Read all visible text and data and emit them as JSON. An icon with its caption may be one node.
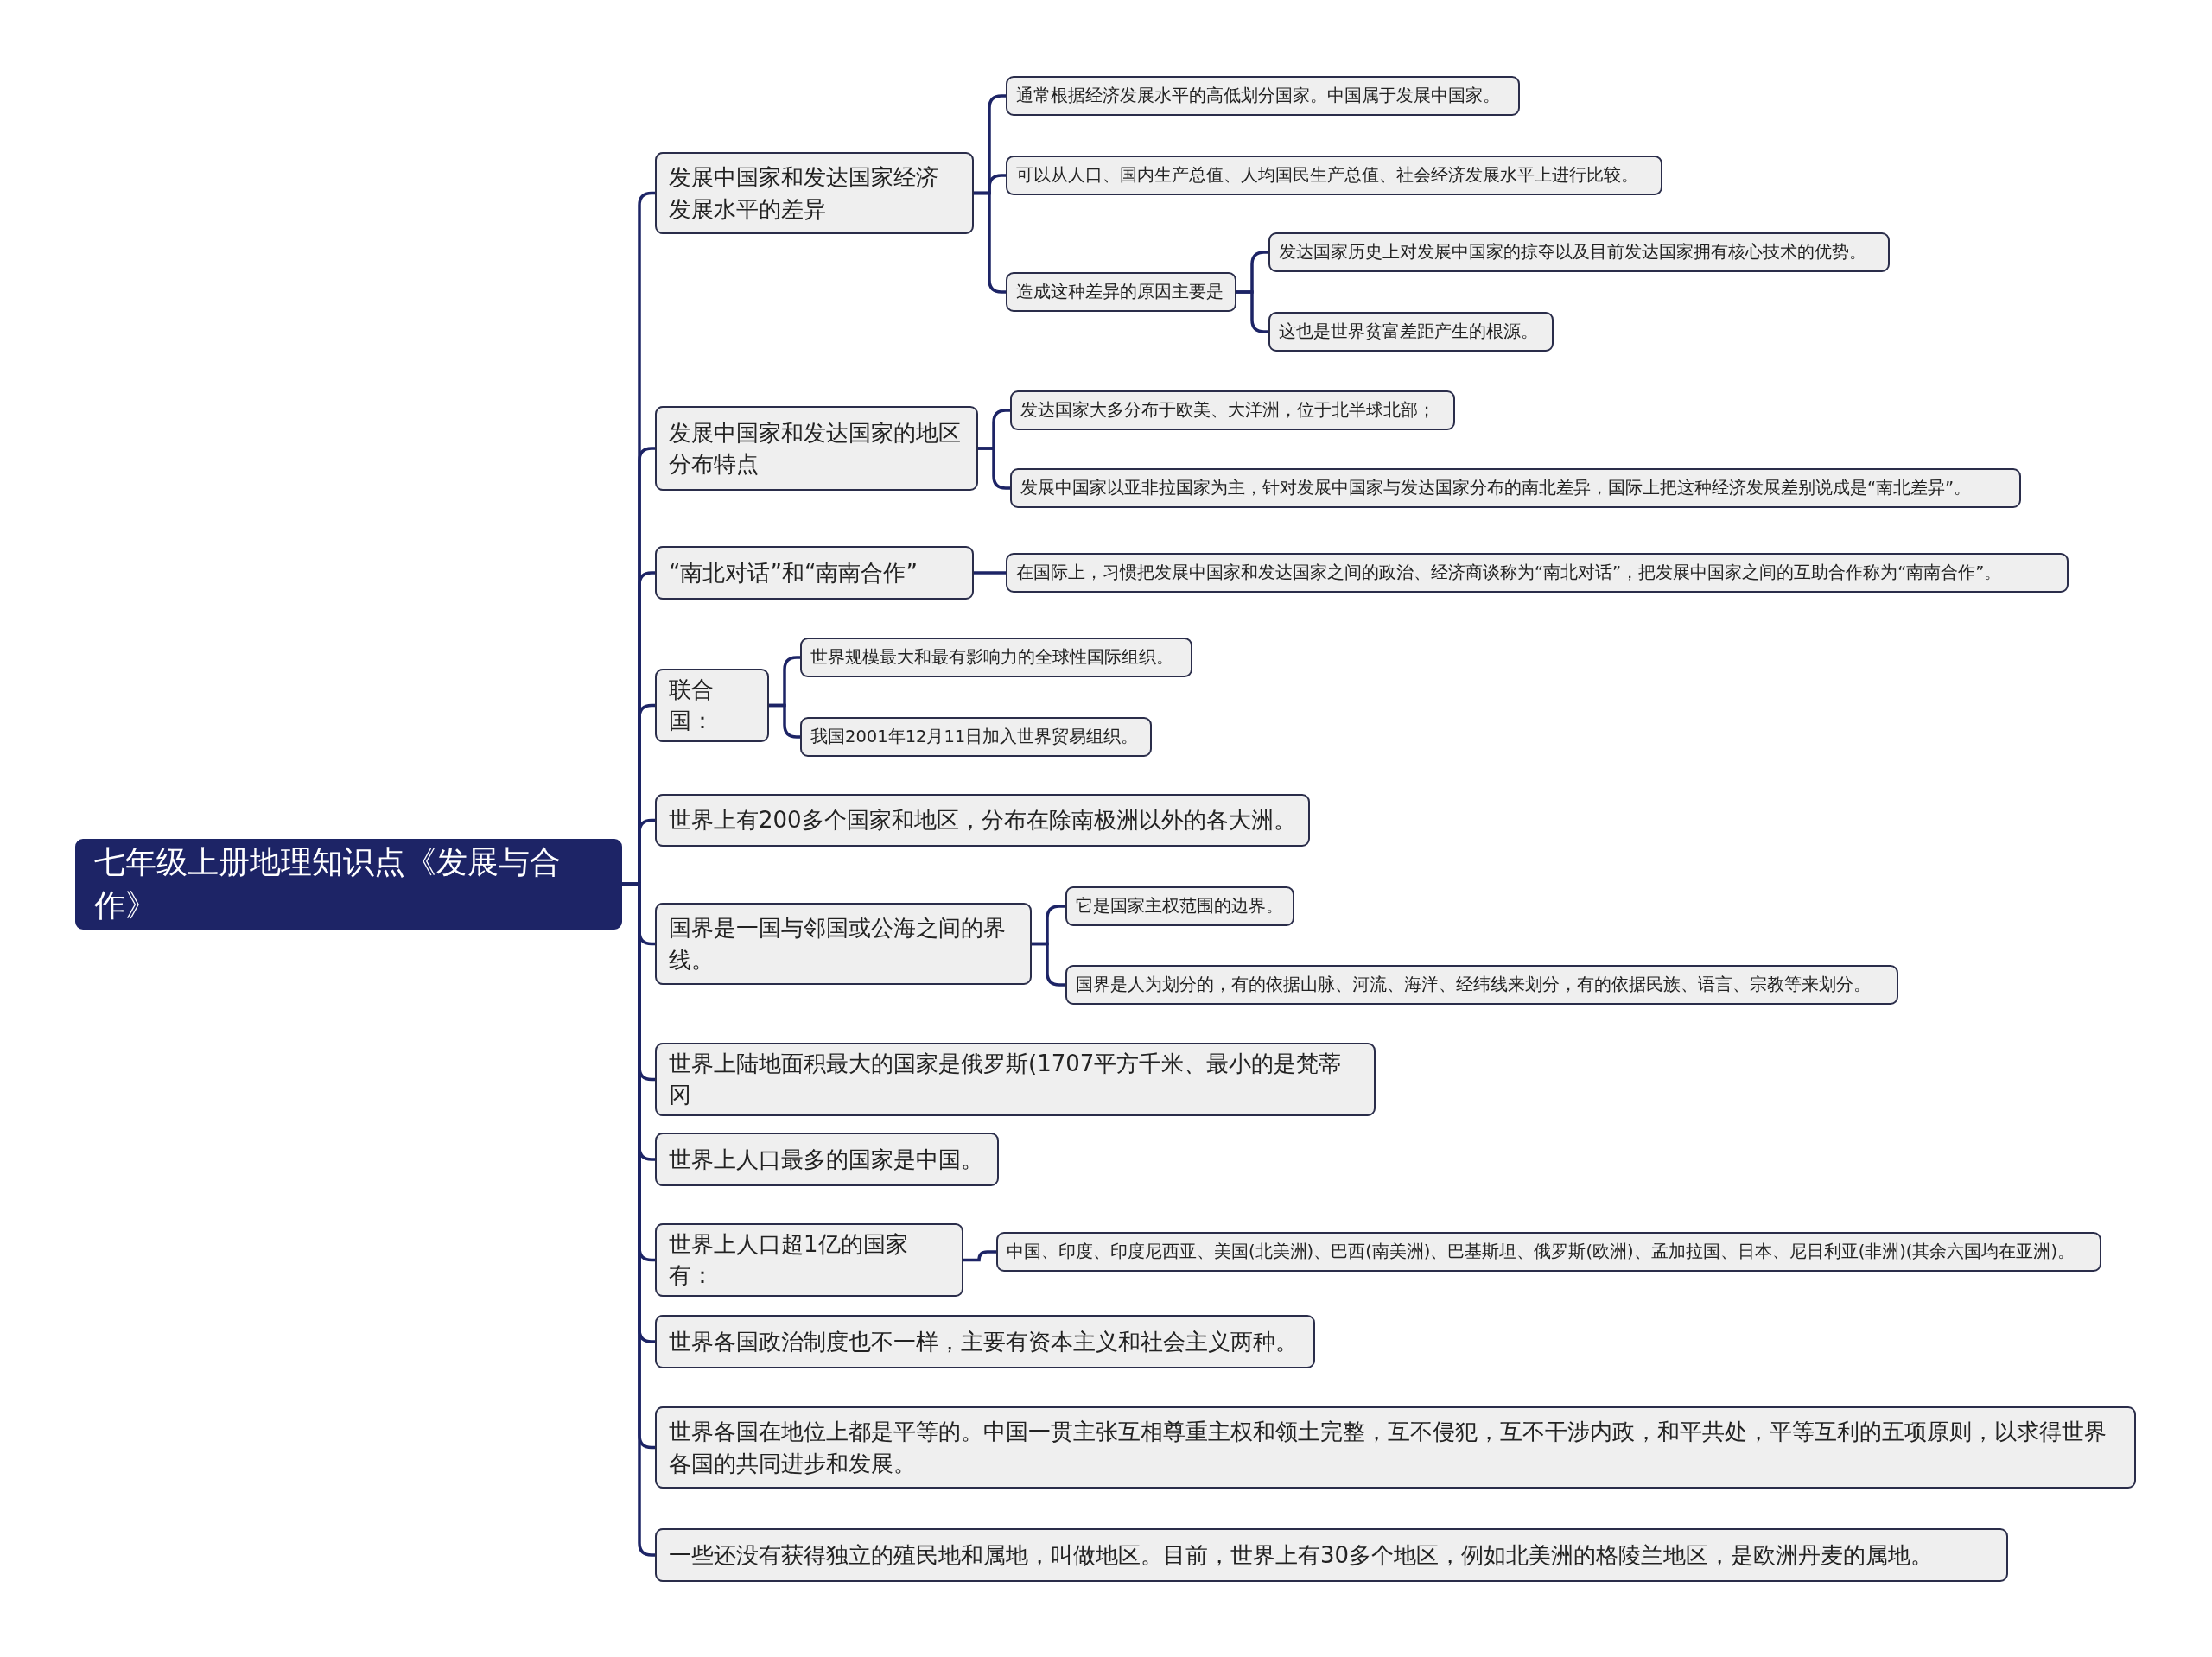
{
  "diagram": {
    "nodes": [
      {
        "text": [
          "七年级上册地理知识点《发展与合作》"
        ]
      },
      {
        "text": [
          "发展中国家和发达国家经济发展水平的差异"
        ]
      },
      {
        "text": [
          "通常根据经济发展水平的高低划分国家。中国属于发展中国家。"
        ]
      },
      {
        "text": [
          "可以从人口、国内生产总值、人均国民生产总值、社会经济发展水平上进行比较。"
        ]
      },
      {
        "text": [
          "造成这种差异的原因主要是"
        ]
      },
      {
        "text": [
          "发达国家历史上对发展中国家的掠夺以及目前发达国家拥有核心技术的优势。"
        ]
      },
      {
        "text": [
          "这也是世界贫富差距产生的根源。"
        ]
      },
      {
        "text": [
          "发展中国家和发达国家的地区分布特点"
        ]
      },
      {
        "text": [
          "发达国家大多分布于欧美、大洋洲，位于北半球北部；"
        ]
      },
      {
        "text": [
          "发展中国家以亚非拉国家为主，针对发展中国家与发达国家分布的南北差异，国际上把这种经济发展差别说成是“南北差异”。"
        ]
      },
      {
        "text": [
          "“南北对话”和“南南合作”"
        ]
      },
      {
        "text": [
          "在国际上，习惯把发展中国家和发达国家之间的政治、经济商谈称为“南北对话”，把发展中国家之间的互助合作称为“南南合作”。"
        ]
      },
      {
        "text": [
          "联合国："
        ]
      },
      {
        "text": [
          "世界规模最大和最有影响力的全球性国际组织。"
        ]
      },
      {
        "text": [
          "我国2001年12月11日加入世界贸易组织。"
        ]
      },
      {
        "text": [
          "世界上有200多个国家和地区，分布在除南极洲以外的各大洲。"
        ]
      },
      {
        "text": [
          "国界是一国与邻国或公海之间的界线。"
        ]
      },
      {
        "text": [
          "它是国家主权范围的边界。"
        ]
      },
      {
        "text": [
          "国界是人为划分的，有的依据山脉、河流、海洋、经纬线来划分，有的依据民族、语言、宗教等来划分。"
        ]
      },
      {
        "text": [
          "世界上陆地面积最大的国家是俄罗斯(1707平方千米、最小的是梵蒂冈"
        ]
      },
      {
        "text": [
          "世界上人口最多的国家是中国。"
        ]
      },
      {
        "text": [
          "世界上人口超1亿的国家有："
        ]
      },
      {
        "text": [
          "中国、印度、印度尼西亚、美国(北美洲)、巴西(南美洲)、巴基斯坦、俄罗斯(欧洲)、孟加拉国、日本、尼日利亚(非洲)(其余六国均在亚洲)。"
        ]
      },
      {
        "text": [
          "世界各国政治制度也不一样，主要有资本主义和社会主义两种。"
        ]
      },
      {
        "text": [
          "世界各国在地位上都是平等的。中国一贯主张互相尊重主权和领土完整，互不侵犯，互不干涉内政，和平共处，平等互利的五项原则，以求得世界各国的共同进步和发展。"
        ]
      },
      {
        "text": [
          "一些还没有获得独立的殖民地和属地，叫做地区。目前，世界上有30多个地区，例如北美洲的格陵兰地区，是欧洲丹麦的属地。"
        ]
      }
    ],
    "edges": [
      {
        "from": 0,
        "to": 1,
        "arrow": "none"
      },
      {
        "from": 0,
        "to": 7,
        "arrow": "none"
      },
      {
        "from": 0,
        "to": 10,
        "arrow": "none"
      },
      {
        "from": 0,
        "to": 12,
        "arrow": "none"
      },
      {
        "from": 0,
        "to": 15,
        "arrow": "none"
      },
      {
        "from": 0,
        "to": 16,
        "arrow": "none"
      },
      {
        "from": 0,
        "to": 19,
        "arrow": "none"
      },
      {
        "from": 0,
        "to": 20,
        "arrow": "none"
      },
      {
        "from": 0,
        "to": 21,
        "arrow": "none"
      },
      {
        "from": 0,
        "to": 23,
        "arrow": "none"
      },
      {
        "from": 0,
        "to": 24,
        "arrow": "none"
      },
      {
        "from": 0,
        "to": 25,
        "arrow": "none"
      },
      {
        "from": 1,
        "to": 2,
        "arrow": "none"
      },
      {
        "from": 1,
        "to": 3,
        "arrow": "none"
      },
      {
        "from": 1,
        "to": 4,
        "arrow": "none"
      },
      {
        "from": 4,
        "to": 5,
        "arrow": "none"
      },
      {
        "from": 4,
        "to": 6,
        "arrow": "none"
      },
      {
        "from": 7,
        "to": 8,
        "arrow": "none"
      },
      {
        "from": 7,
        "to": 9,
        "arrow": "none"
      },
      {
        "from": 10,
        "to": 11,
        "arrow": "none"
      },
      {
        "from": 12,
        "to": 13,
        "arrow": "none"
      },
      {
        "from": 12,
        "to": 14,
        "arrow": "none"
      },
      {
        "from": 16,
        "to": 17,
        "arrow": "none"
      },
      {
        "from": 16,
        "to": 18,
        "arrow": "none"
      },
      {
        "from": 21,
        "to": 22,
        "arrow": "none"
      }
    ]
  }
}
